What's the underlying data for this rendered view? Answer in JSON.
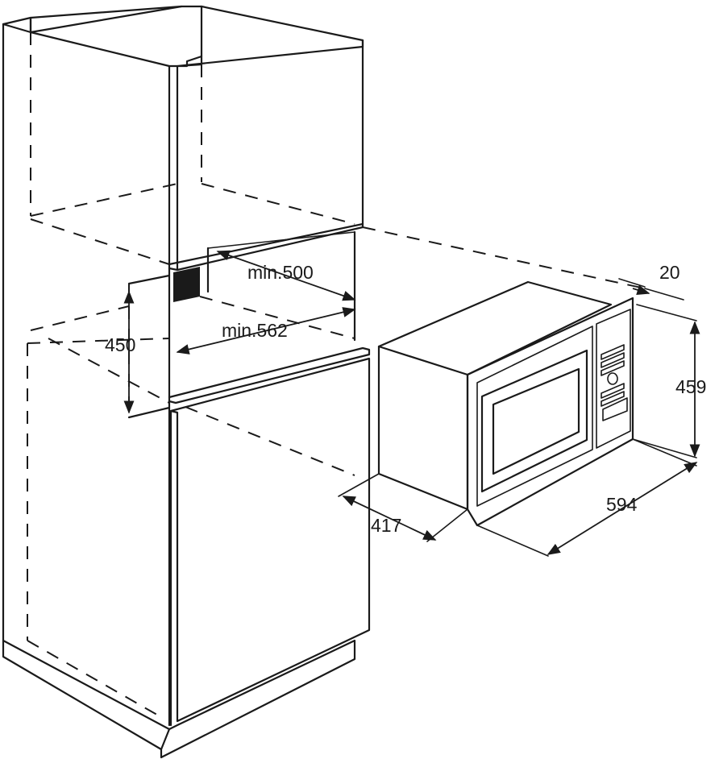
{
  "dimensions": {
    "min_depth": "min.500",
    "min_width": "min.562",
    "niche_height": "450",
    "trim": "20",
    "appliance_height": "459",
    "appliance_width": "594",
    "appliance_depth": "417"
  },
  "colors": {
    "line": "#1a1a1a",
    "background": "#ffffff"
  }
}
